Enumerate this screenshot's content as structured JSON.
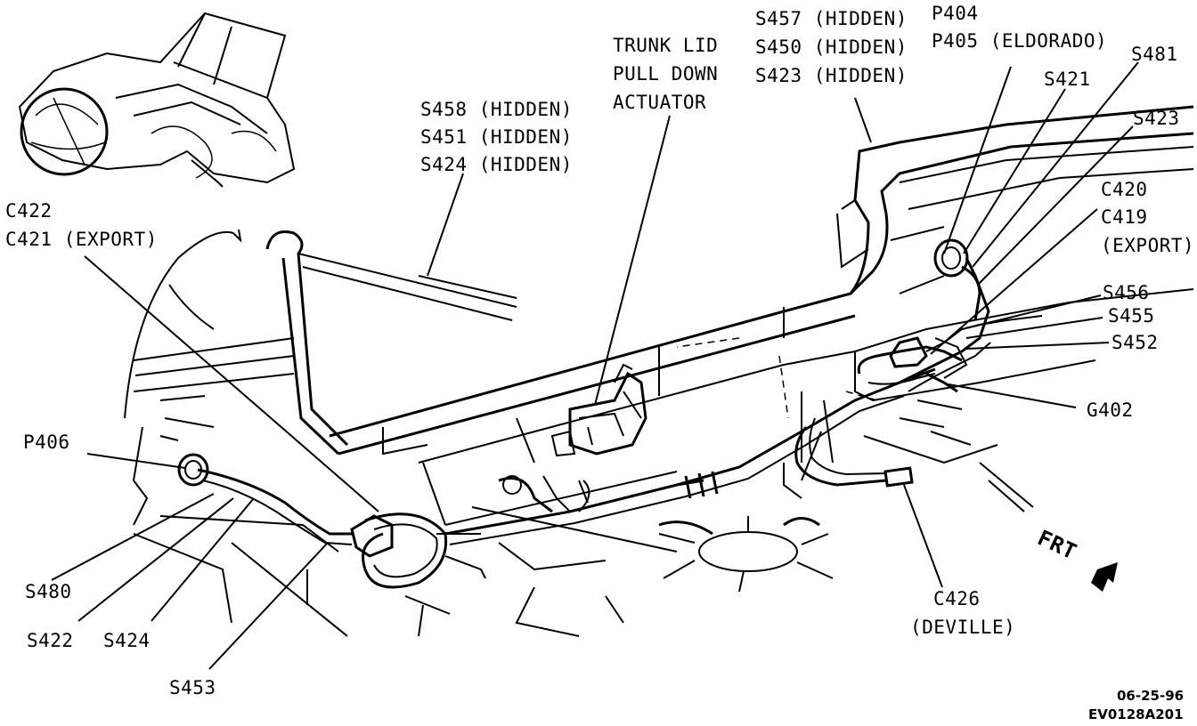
{
  "labels": {
    "s458": "S458 (HIDDEN)",
    "s451": "S451 (HIDDEN)",
    "s424_hidden": "S424 (HIDDEN)",
    "trunk_lid_1": "TRUNK LID",
    "trunk_lid_2": "PULL DOWN",
    "trunk_lid_3": "ACTUATOR",
    "s457": "S457 (HIDDEN)",
    "s450": "S450 (HIDDEN)",
    "s423_hidden": "S423 (HIDDEN)",
    "p404": "P404",
    "p405": "P405 (ELDORADO)",
    "s481": "S481",
    "s421": "S421",
    "s423": "S423",
    "c420": "C420",
    "c419": "C419",
    "export_right": "(EXPORT)",
    "c422": "C422",
    "c421": "C421 (EXPORT)",
    "s456": "S456",
    "s455": "S455",
    "s452": "S452",
    "g402": "G402",
    "p406": "P406",
    "frt": "FRT",
    "c426": "C426",
    "deville": "(DEVILLE)",
    "s480": "S480",
    "s422": "S422",
    "s424": "S424",
    "s453": "S453",
    "date": "06-25-96",
    "figure_code": "EV0128A201"
  }
}
